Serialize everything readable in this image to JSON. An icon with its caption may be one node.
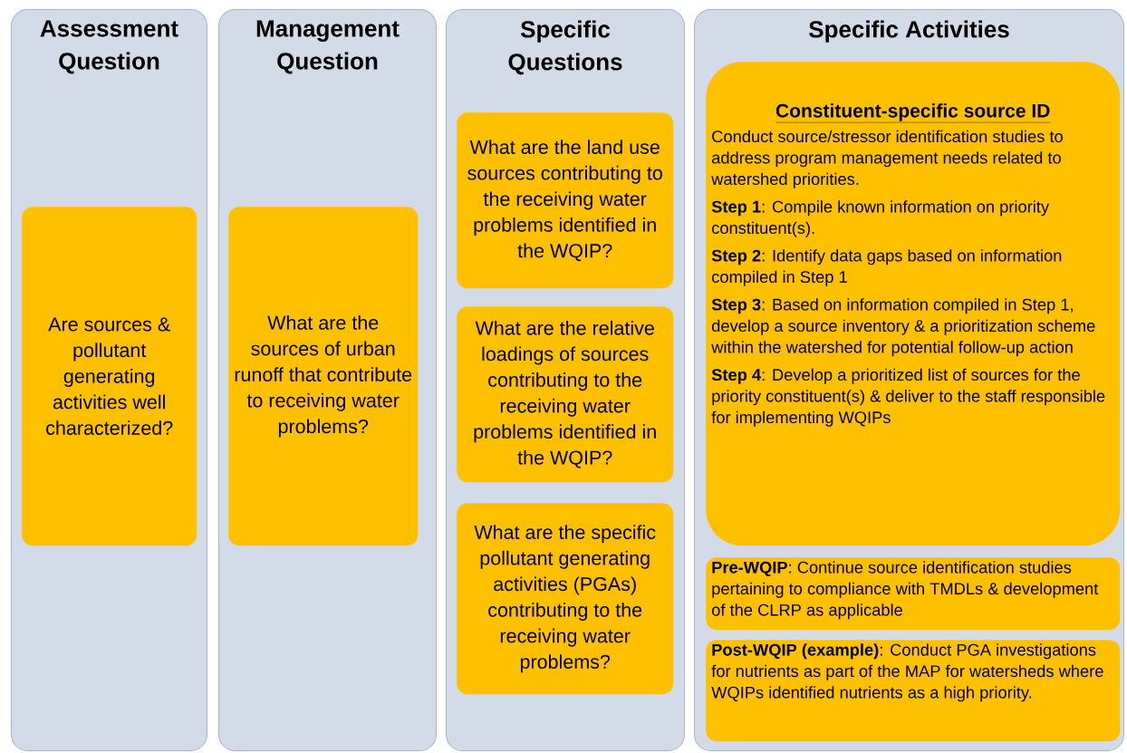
{
  "diagram": {
    "nodes": [
      {
        "text": [
          "Assessment Question"
        ]
      },
      {
        "text": [
          "Are sources & pollutant generating activities well characterized?"
        ],
        "in": 0
      },
      {
        "text": [
          "Management Question"
        ]
      },
      {
        "text": [
          "What are the sources of urban runoff that contribute to receiving water problems?"
        ],
        "in": 2
      },
      {
        "text": [
          "Specific Questions"
        ]
      },
      {
        "text": [
          "What are the land use sources contributing to the receiving water problems identified in the WQIP?"
        ],
        "in": 4
      },
      {
        "text": [
          "What are the relative loadings of sources contributing to the receiving water problems identified in the WQIP?"
        ],
        "in": 4
      },
      {
        "text": [
          "What are the specific pollutant generating activities (PGAs) contributing to the receiving water problems?"
        ],
        "in": 4
      },
      {
        "text": [
          "Specific Activities"
        ]
      },
      {
        "text": [
          "Constituent-specific source ID",
          "Conduct source/stressor identification studies to address program management needs related to watershed priorities.",
          "**Step 1**: Compile known information on priority constituent(s).",
          "**Step 2**: Identify data gaps based on information compiled in Step 1",
          "**Step 3**: Based on information compiled in Step 1,  develop a source inventory & a prioritization scheme within the watershed for potential follow-up action",
          "**Step 4**: Develop a prioritized list of sources for the priority constituent(s) & deliver to the staff responsible for implementing WQIPs"
        ],
        "in": 8
      },
      {
        "text": [
          "**Pre-WQIP**: Continue source identification studies pertaining to compliance with TMDLs & development of the CLRP as applicable"
        ],
        "in": 8
      },
      {
        "text": [
          "**Post-WQIP (example)**: Conduct PGA investigations for nutrients as part of the MAP for  watersheds where WQIPs identified nutrients as a high priority."
        ],
        "in": 8
      }
    ]
  }
}
